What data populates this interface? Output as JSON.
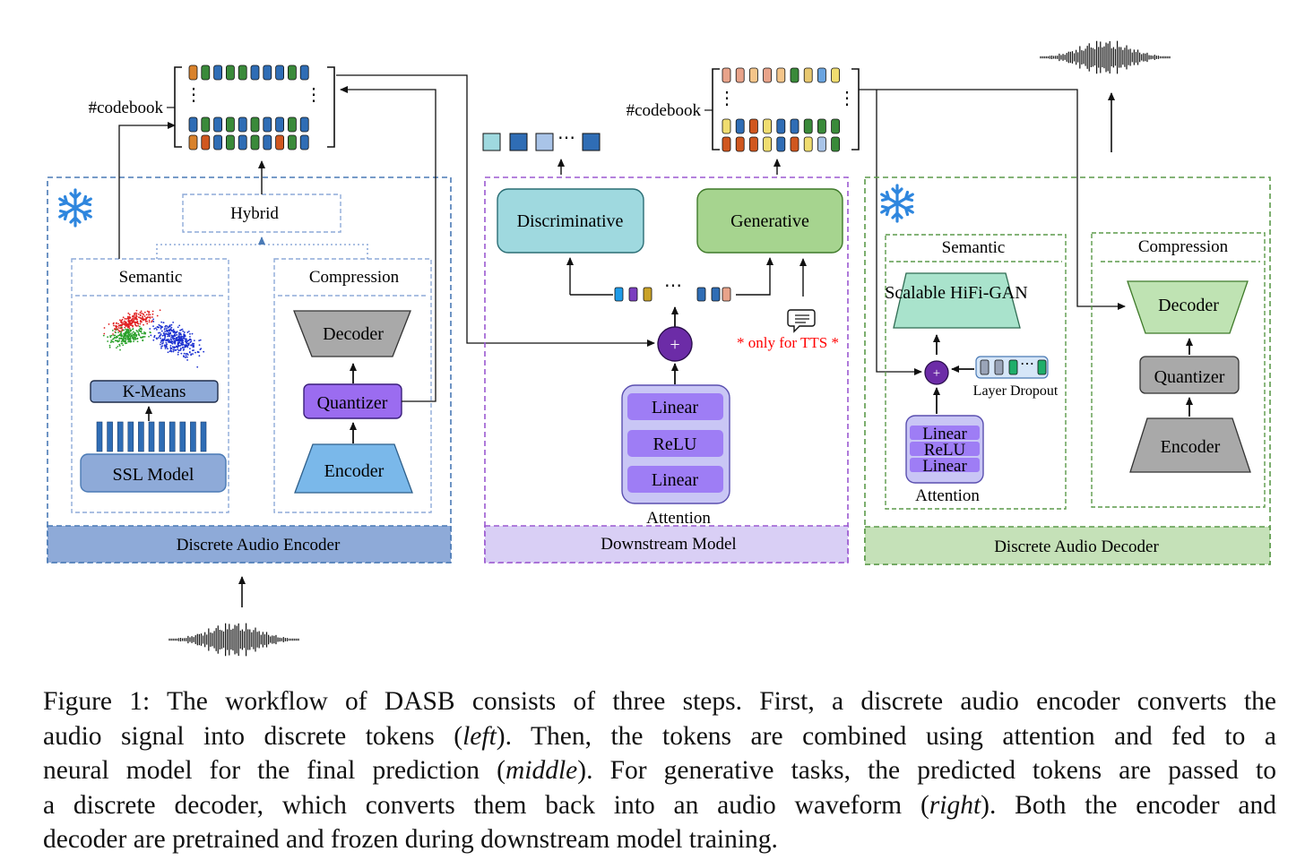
{
  "colors": {
    "encoder_border": "#4a7ab5",
    "encoder_footer": "#8eaad8",
    "downstream_border": "#9b59d0",
    "downstream_footer": "#d9cff5",
    "decoder_border": "#5c9a4a",
    "decoder_footer": "#c5e1b8",
    "quantizer": "#9b6cf0",
    "encoder_trap": "#7ab8ea",
    "gray_trap": "#a9a9a9",
    "discriminative": "#9fd9df",
    "generative": "#a6d48f",
    "scalable_hifigan": "#a9e3cc",
    "decoder_green": "#bfe3b3",
    "attention_block": "#c9c6f5",
    "attention_inner": "#9e7df5",
    "plus_node": "#6c2ca7",
    "tts_note": "#ff0000"
  },
  "icons": [
    "snowflake-icon",
    "waveform-icon",
    "speech-bubble-icon",
    "scatter-plot-icon"
  ],
  "encoder": {
    "codebook_label": "#codebook",
    "dots": "⋮",
    "hybrid": "Hybrid",
    "semantic_title": "Semantic",
    "kmeans": "K-Means",
    "ssl_model": "SSL Model",
    "compression_title": "Compression",
    "decoder": "Decoder",
    "quantizer": "Quantizer",
    "encoder": "Encoder",
    "footer": "Discrete Audio Encoder"
  },
  "downstream": {
    "ellipsis": "⋯",
    "discriminative": "Discriminative",
    "generative": "Generative",
    "plus": "+",
    "tts_note": "* only for TTS *",
    "linear_1": "Linear",
    "relu": "ReLU",
    "linear_2": "Linear",
    "attention": "Attention",
    "footer": "Downstream Model"
  },
  "decoder": {
    "codebook_label": "#codebook",
    "dots": "⋮",
    "semantic_title": "Semantic",
    "scalable_hifigan": "Scalable HiFi-GAN",
    "plus": "+",
    "layer_dropout": "Layer Dropout",
    "linear_1": "Linear",
    "relu": "ReLU",
    "linear_2": "Linear",
    "attention": "Attention",
    "compression_title": "Compression",
    "decoder": "Decoder",
    "quantizer": "Quantizer",
    "encoder": "Encoder",
    "footer": "Discrete Audio Decoder"
  },
  "caption": {
    "line1_a": "Figure 1: The workflow of DASB consists of three steps. First, a discrete audio encoder converts the",
    "line2_a": "audio signal into discrete tokens (",
    "line2_em": "left",
    "line2_b": "). Then, the tokens are combined using attention and fed to a",
    "line3_a": "neural model for the final prediction (",
    "line3_em": "middle",
    "line3_b": "). For generative tasks, the predicted tokens are passed to",
    "line4_a": "a discrete decoder, which converts them back into an audio waveform (",
    "line4_em": "right",
    "line4_b": "). Both the encoder and",
    "line5": "decoder are pretrained and frozen during downstream model training."
  }
}
